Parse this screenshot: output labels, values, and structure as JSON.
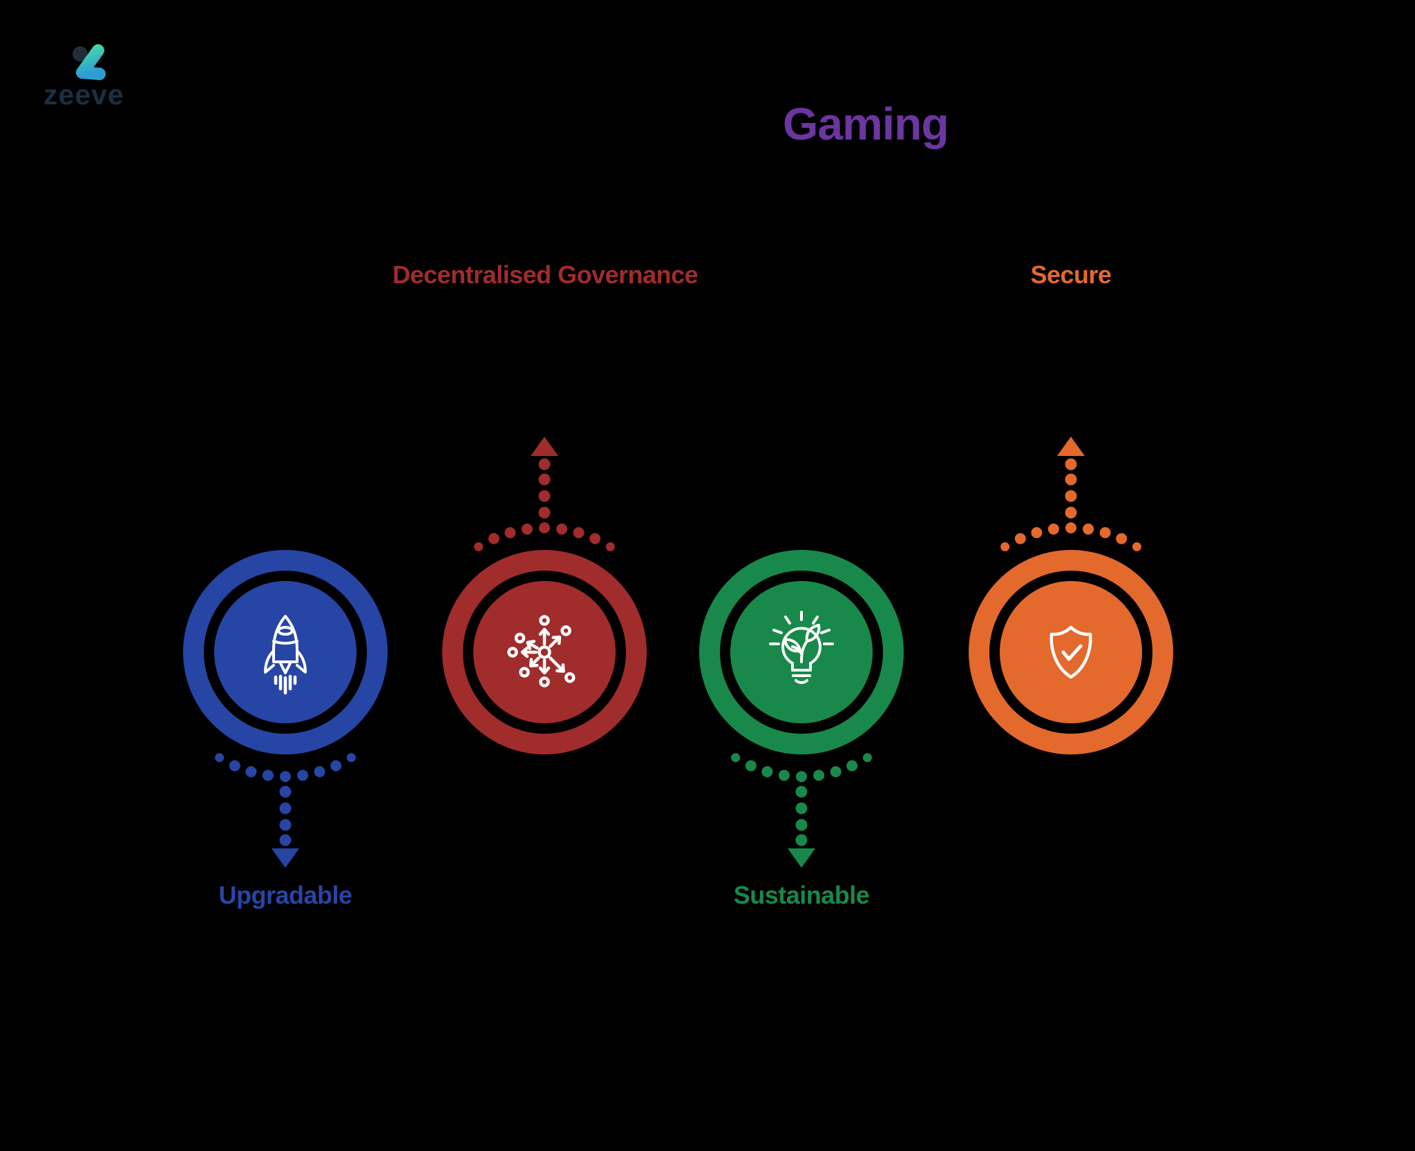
{
  "background_color": "#000000",
  "brand": {
    "name": "zeeve",
    "wordmark_color": "#1B2F44",
    "mark_colors": {
      "dot": "#222D3A",
      "teal": "#3FCFAD",
      "blue": "#2D9ED2"
    }
  },
  "title": {
    "text": "Gaming",
    "color": "#6C35A0"
  },
  "features": [
    {
      "label": "Upgradable",
      "color": "#2745A5",
      "icon": "rocket-icon",
      "label_position": "bottom"
    },
    {
      "label": "Decentralised Governance",
      "color": "#A02C2C",
      "icon": "decentralized-network-icon",
      "label_position": "top"
    },
    {
      "label": "Sustainable",
      "color": "#18894A",
      "icon": "eco-bulb-icon",
      "label_position": "bottom"
    },
    {
      "label": "Secure",
      "color": "#E4692D",
      "icon": "shield-check-icon",
      "label_position": "top"
    }
  ]
}
